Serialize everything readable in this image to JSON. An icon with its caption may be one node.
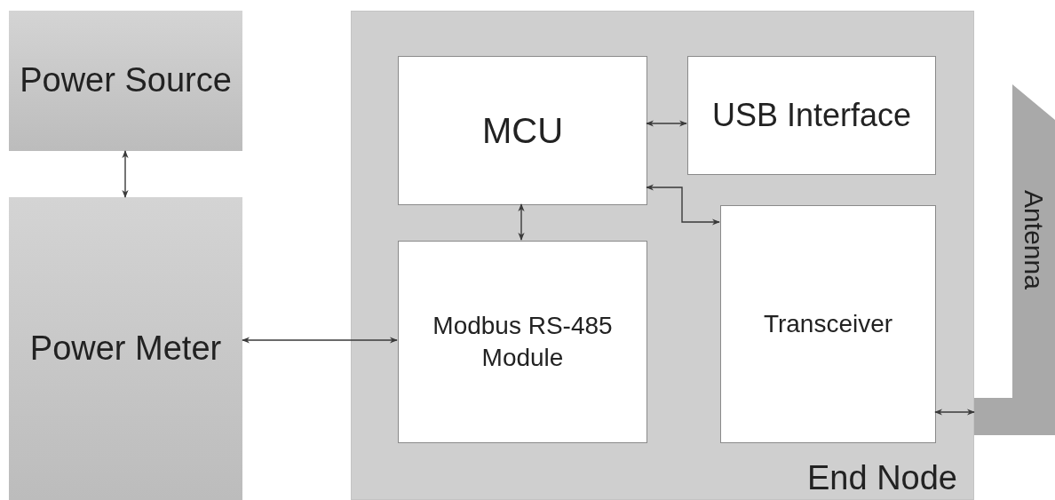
{
  "diagram": {
    "nodes": [
      {
        "text": [
          "Power Source"
        ]
      },
      {
        "text": [
          "Power Meter"
        ]
      },
      {
        "text": [
          "End Node"
        ]
      },
      {
        "text": [
          "MCU"
        ],
        "in": 2
      },
      {
        "text": [
          "USB Interface"
        ],
        "in": 2
      },
      {
        "text": [
          "Modbus RS-485 Module"
        ],
        "in": 2
      },
      {
        "text": [
          "Transceiver"
        ],
        "in": 2
      },
      {
        "text": [
          "Antenna"
        ]
      }
    ],
    "edges": [
      {
        "from": 0,
        "to": 1,
        "arrow": "both"
      },
      {
        "from": 1,
        "to": 5,
        "arrow": "both"
      },
      {
        "from": 3,
        "to": 4,
        "arrow": "both"
      },
      {
        "from": 3,
        "to": 5,
        "arrow": "both"
      },
      {
        "from": 3,
        "to": 6,
        "arrow": "both"
      },
      {
        "from": 6,
        "to": 7,
        "arrow": "both"
      }
    ]
  }
}
